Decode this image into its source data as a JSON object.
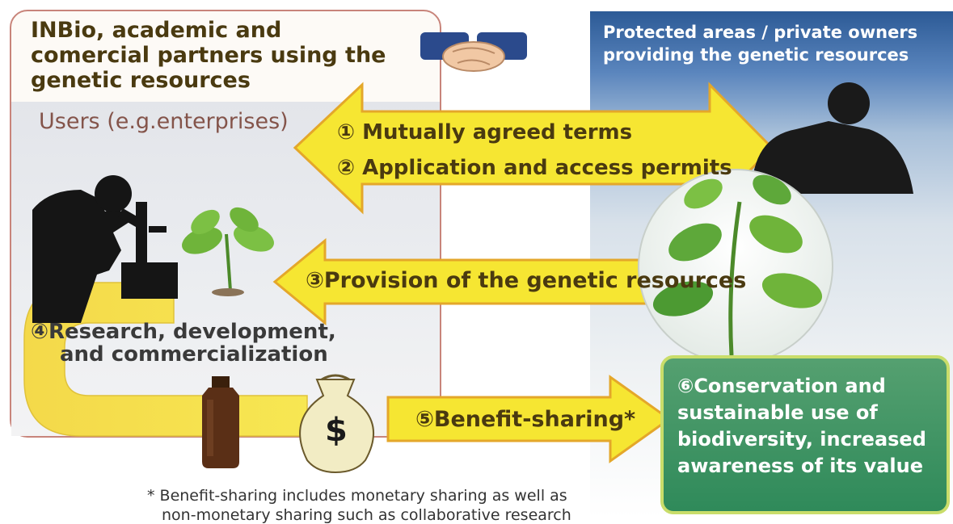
{
  "users_panel": {
    "title": "INBio, academic and comercial partners using the genetic resources",
    "users_label": "Users (e.g.enterprises)",
    "rd_line1": "④Research, development,",
    "rd_line2": "and commercialization"
  },
  "provider_panel": {
    "title": "Protected areas / private owners providing the genetic resources"
  },
  "arrows": {
    "terms_line1": "① Mutually agreed terms",
    "terms_line2": "② Application and access permits",
    "provision": "③Provision of the genetic resources",
    "benefit": "⑤Benefit-sharing*"
  },
  "outcome": {
    "text": "⑥Conservation and sustainable use of biodiversity, increased awareness of its value"
  },
  "money_bag": {
    "symbol": "$"
  },
  "footnote": {
    "line1": "* Benefit-sharing includes monetary sharing as well as",
    "line2": "non-monetary sharing such as collaborative research"
  },
  "icons": [
    "handshake-icon",
    "scientist-microscope-icon",
    "seedling-icon",
    "bottle-icon",
    "money-bag-icon",
    "person-silhouette-icon",
    "plant-circle-icon"
  ],
  "colors": {
    "arrow_fill": "#f6e632",
    "arrow_stroke": "#e4a72a",
    "frame_border": "#c8847a",
    "outcome_fill": "#2f8a5a",
    "outcome_border": "#c9dd6a",
    "sky_top": "#2c5a96"
  }
}
